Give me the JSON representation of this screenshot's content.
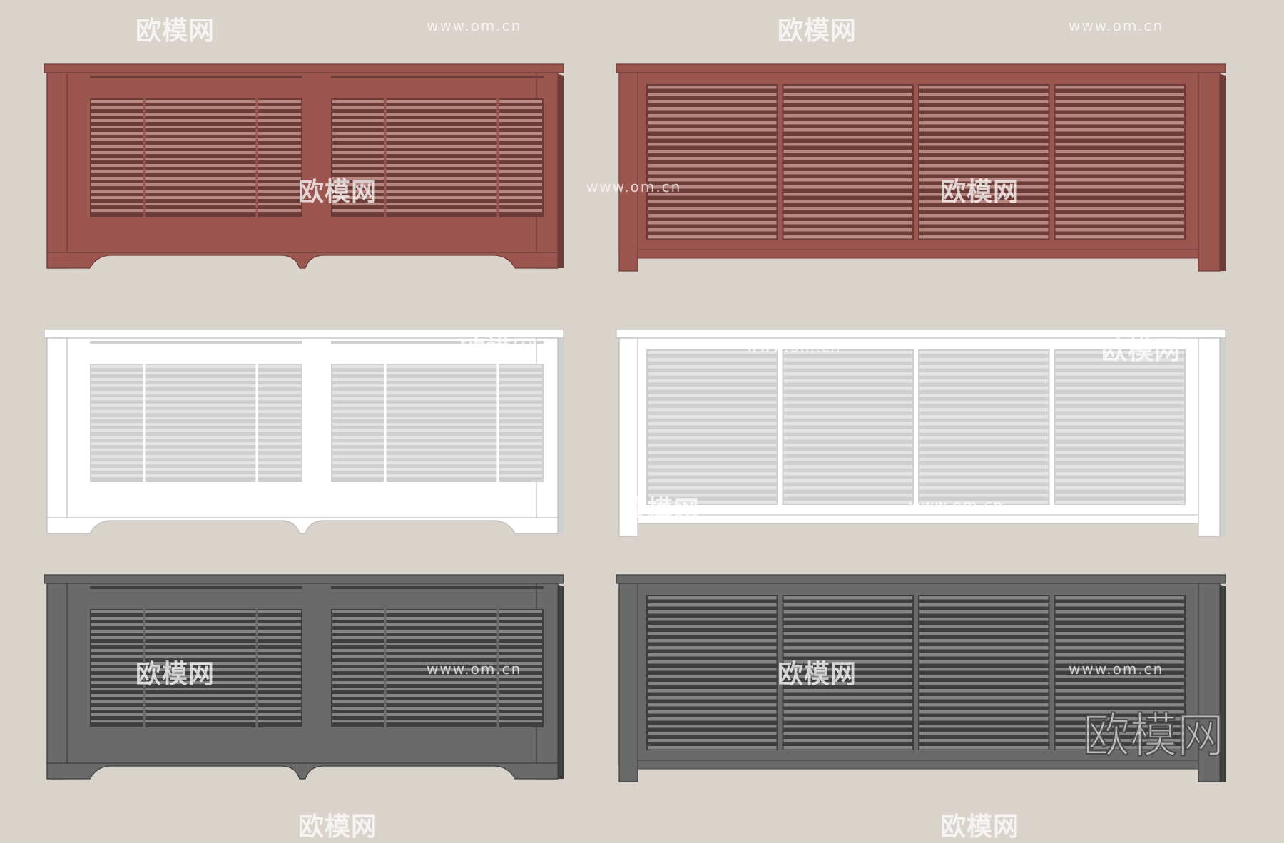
{
  "watermark": {
    "logo_text": "欧模网",
    "url_text": "www.om.cn",
    "big_logo_text": "欧模网"
  },
  "cabinets": [
    {
      "name": "radiator-cover-short-red",
      "style": "short",
      "color": "#9b5650",
      "dark": "#6e3c38",
      "slat": "#b98782",
      "row": 0
    },
    {
      "name": "radiator-cover-long-red",
      "style": "long",
      "color": "#9b5650",
      "dark": "#6e3c38",
      "slat": "#b98782",
      "row": 0
    },
    {
      "name": "radiator-cover-short-white",
      "style": "short",
      "color": "#ffffff",
      "dark": "#cfcfcf",
      "slat": "#e4e4e4",
      "row": 1
    },
    {
      "name": "radiator-cover-long-white",
      "style": "long",
      "color": "#ffffff",
      "dark": "#cfcfcf",
      "slat": "#e4e4e4",
      "row": 1
    },
    {
      "name": "radiator-cover-short-grey",
      "style": "short",
      "color": "#6a6a6a",
      "dark": "#3e3e3e",
      "slat": "#858585",
      "row": 2
    },
    {
      "name": "radiator-cover-long-grey",
      "style": "long",
      "color": "#6a6a6a",
      "dark": "#3e3e3e",
      "slat": "#858585",
      "row": 2
    }
  ]
}
